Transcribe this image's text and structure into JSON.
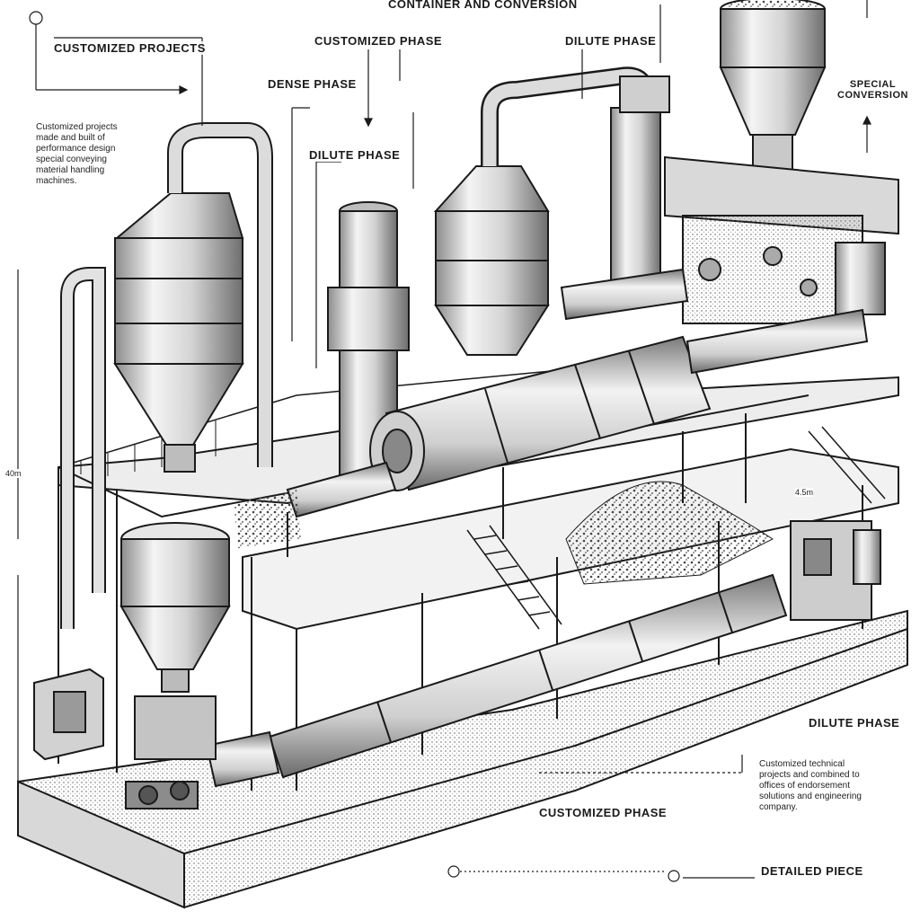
{
  "labels": {
    "top_title": "CONTAINER AND CONVERSION",
    "customized_projects": "CUSTOMIZED PROJECTS",
    "customized_phase": "CUSTOMIZED PHASE",
    "dense_phase": "DENSE PHASE",
    "dilute_phase_top": "DILUTE PHASE",
    "dilute_phase_mid": "DILUTE PHASE",
    "special_conversion": "SPECIAL\nCONVERSION",
    "dilute_phase_right": "DILUTE PHASE",
    "customized_phase_bottom": "CUSTOMIZED PHASE",
    "detailed_piece": "DETAILED PIECE"
  },
  "notes": {
    "left": "Customized projects\nmade and built of\nperformance design\nspecial conveying\nmaterial handling\nmachines.",
    "right": "Customized technical\nprojects and combined to\noffices of endorsement\nsolutions and engineering\ncompany."
  },
  "dimensions": {
    "height": "40m",
    "width": "4.5m"
  },
  "style": {
    "ink": "#1a1a1a",
    "metal": "#e6e6e6",
    "metal_dark": "#9a9a9a",
    "paper": "#ffffff"
  }
}
